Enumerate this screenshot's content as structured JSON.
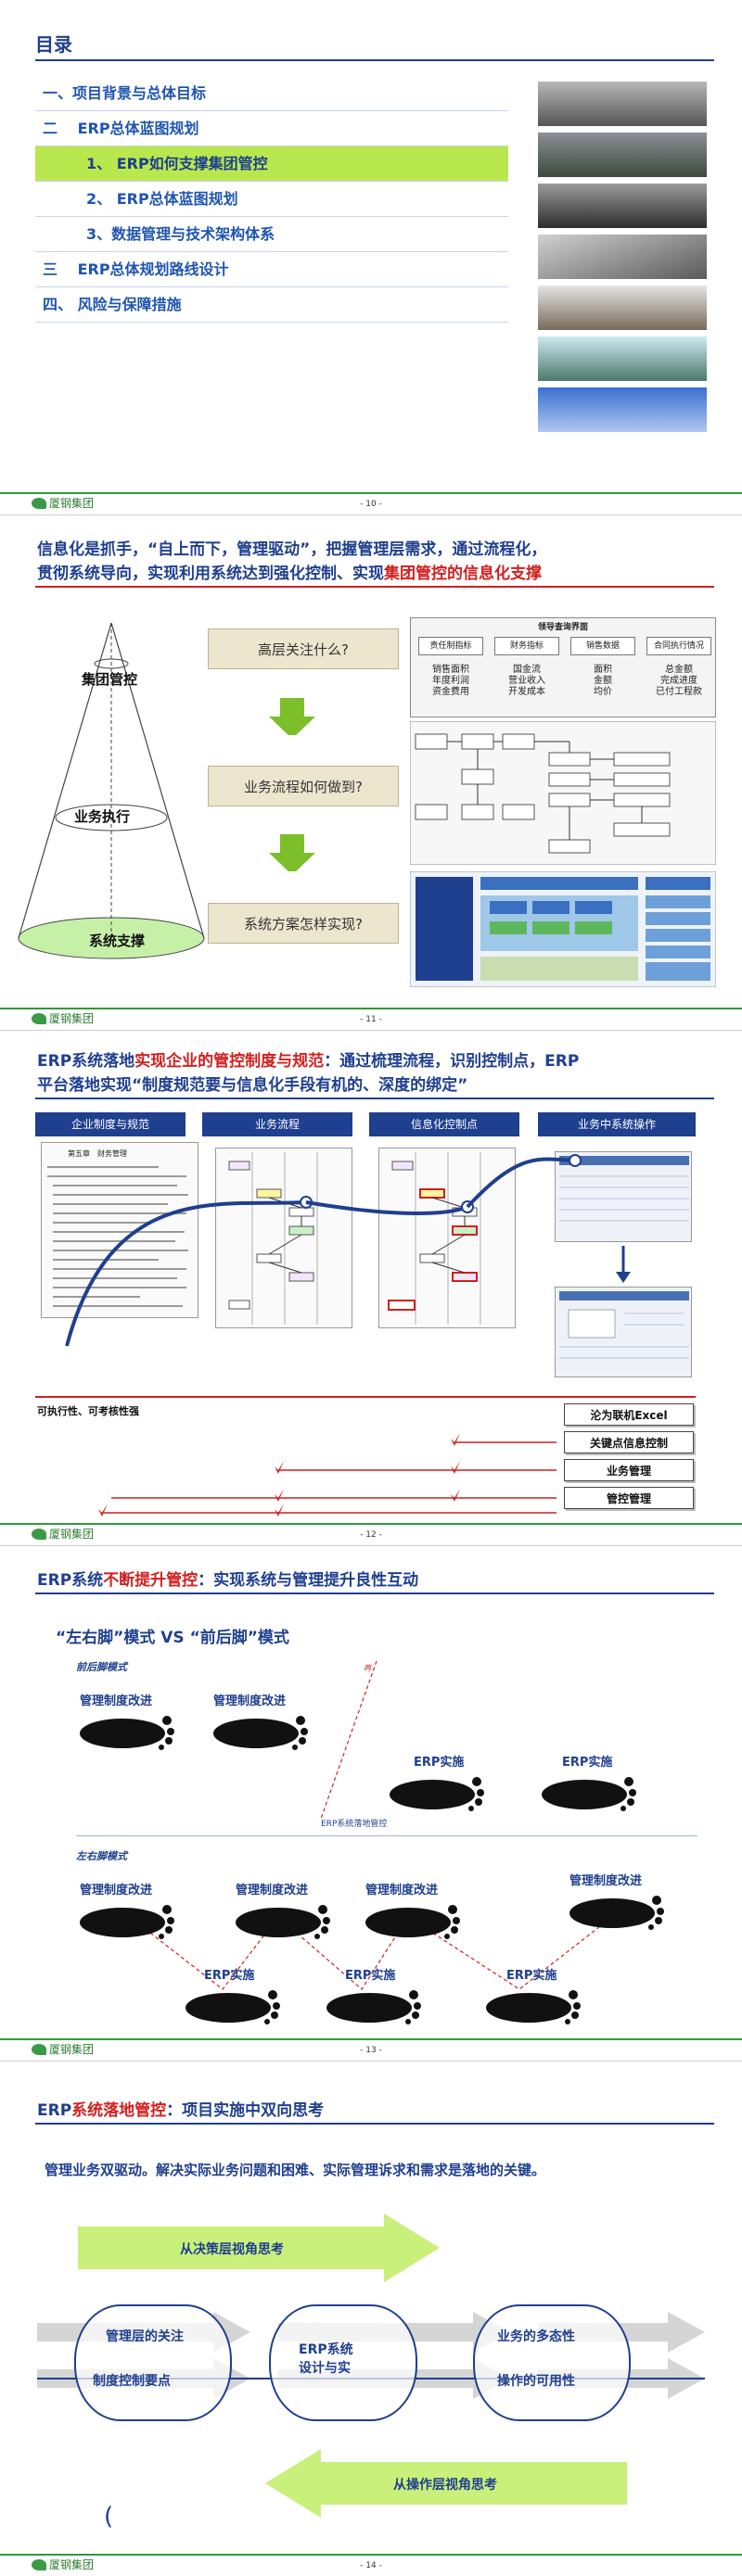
{
  "slide1": {
    "title": "目录",
    "toc": [
      {
        "label": "一、项目背景与总体目标",
        "level": "top",
        "active": false
      },
      {
        "label": "二　 ERP总体蓝图规划",
        "level": "top",
        "active": false
      },
      {
        "label": "1、 ERP如何支撑集团管控",
        "level": "sub",
        "active": true
      },
      {
        "label": "2、 ERP总体蓝图规划",
        "level": "sub",
        "active": false
      },
      {
        "label": "3、数据管理与技术架构体系",
        "level": "sub",
        "active": false
      },
      {
        "label": "三　 ERP总体规划路线设计",
        "level": "top",
        "active": false
      },
      {
        "label": "四、 风险与保障措施",
        "level": "top",
        "active": false
      }
    ],
    "page": "- 10 -"
  },
  "logo_text": "厦钢集团",
  "slide2": {
    "title_a": "信息化是抓手，“自上而下，管理驱动”，把握管理层需求，通过流程化，",
    "title_b": "贯彻系统导向，实现利用系统达到强化控制、实现",
    "title_red": "集团管控的信息化支撑",
    "cone_labels": [
      "集团管控",
      "业务执行",
      "系统支撑"
    ],
    "questions": [
      "高层关注什么?",
      "业务流程如何做到?",
      "系统方案怎样实现?"
    ],
    "dashboard": {
      "header": "领导查询界面",
      "tabs": [
        "责任制指标",
        "财务指标",
        "销售数据",
        "合同执行情况"
      ],
      "metrics": [
        [
          "销售面积",
          "年度利润",
          "资金费用"
        ],
        [
          "国金流",
          "营业收入",
          "开发成本"
        ],
        [
          "面积",
          "金额",
          "均价"
        ],
        [
          "总金额",
          "完成进度",
          "已付工程款"
        ]
      ]
    },
    "page": "- 11 -"
  },
  "slide3": {
    "title_a": "ERP系统落地",
    "title_red": "实现企业的管控制度与规范",
    "title_b": "：通过梳理流程，识别控制点，ERP",
    "title_c": "平台落地实现“制度规范要与信息化手段有机的、深度的绑定”",
    "tabs": [
      "企业制度与规范",
      "业务流程",
      "信息化控制点",
      "业务中系统操作"
    ],
    "doc_heading": "第五章　财务管理",
    "left_label": "可执行性、可考核性强",
    "right_boxes": [
      "沦为联机Excel",
      "关键点信息控制",
      "业务管理",
      "管控管理"
    ],
    "page": "- 12 -"
  },
  "slide4": {
    "title_a": "ERP系统",
    "title_red": "不断提升管控",
    "title_b": "：实现系统与管理提升良性互动",
    "subtitle": "“左右脚”模式 VS “前后脚”模式",
    "mode1": "前后脚模式",
    "mode2": "左右脚模式",
    "label_mgmt": "管理制度改进",
    "label_erp": "ERP实施",
    "break_label": "ERP系统落地管控",
    "page": "- 13 -"
  },
  "slide5": {
    "title_a": "ERP",
    "title_red": "系统落地管控",
    "title_b": "：项目实施中双向思考",
    "subtitle": "管理业务双驱动。解决实际业务问题和困难、实际管理诉求和需求是落地的关键。",
    "arrow_top": "从决策层视角思考",
    "arrow_bottom": "从操作层视角思考",
    "left_top": "管理层的关注",
    "left_bottom": "制度控制要点",
    "mid_a": "ERP系统",
    "mid_b": "设计与实",
    "right_top": "业务的多态性",
    "right_bottom": "操作的可用性",
    "stray": "(",
    "page": "- 14 -"
  },
  "colors": {
    "navy": "#1f3f8f",
    "red": "#d21f1f",
    "lime": "#b9e84e",
    "green": "#7cbf2a"
  }
}
